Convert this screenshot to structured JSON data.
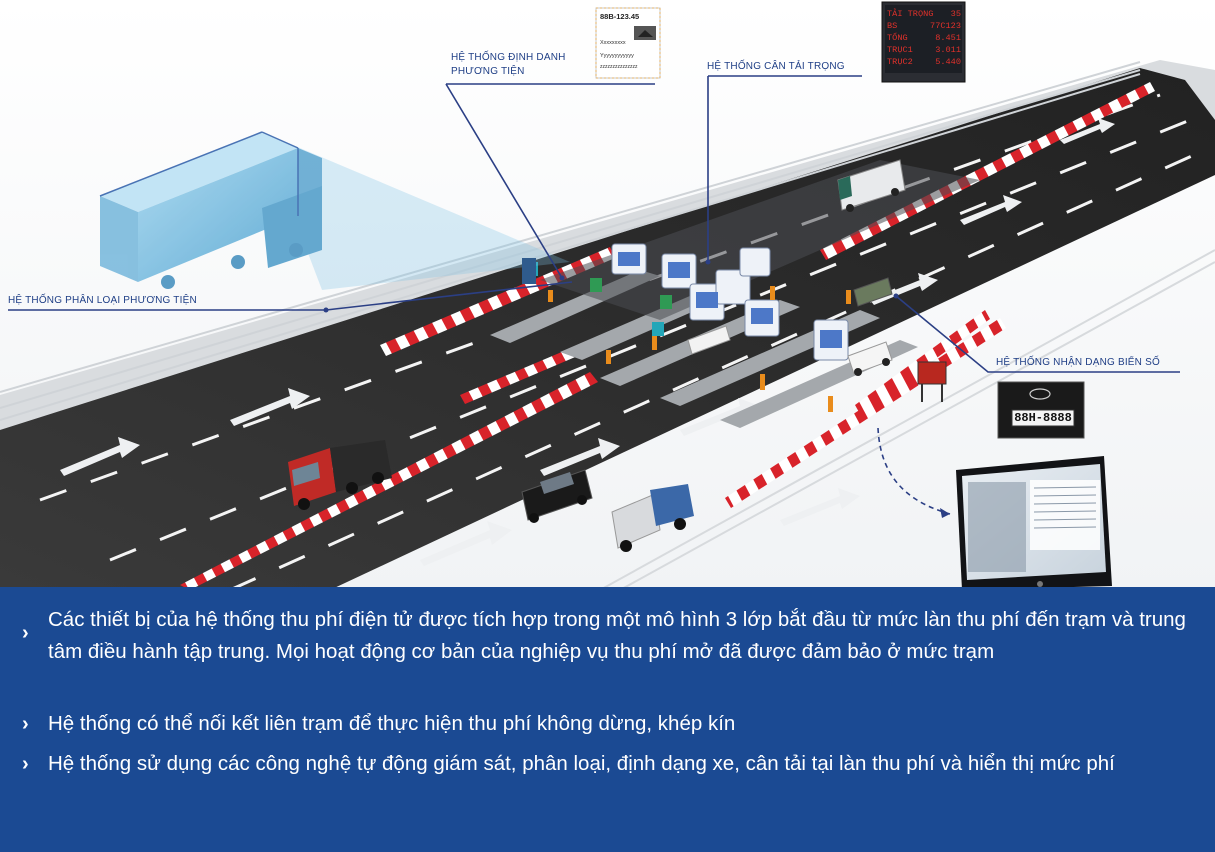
{
  "callouts": {
    "identification": "HỆ THỐNG ĐỊNH DANH\nPHƯƠNG TIỆN",
    "weighing": "HỆ THỐNG CÂN TẢI TRỌNG",
    "classification": "HỆ THỐNG PHÂN LOẠI PHƯƠNG TIỆN",
    "plate_recognition": "HỆ THỐNG NHẬN DẠNG BIỂN SỐ"
  },
  "id_card": {
    "plate": "88B-123.45",
    "line1": "Xxxxxxxxx",
    "line2": "Yyyyyyyyyyyy",
    "line3": "zzzzzzzzzzzzzzz"
  },
  "weigh_display": {
    "rows": [
      {
        "label": "TẢI TRỌNG",
        "value": "35"
      },
      {
        "label": "BS",
        "value": "77C123"
      },
      {
        "label": "TỔNG",
        "value": "8.451"
      },
      {
        "label": "TRỤC1",
        "value": "3.011"
      },
      {
        "label": "TRỤC2",
        "value": "5.440"
      }
    ]
  },
  "license_plate": "88H-8888",
  "bullets": [
    "Các thiết bị của hệ thống thu phí điện tử được tích hợp trong một mô hình 3 lớp bắt đầu từ mức làn thu phí đến trạm và trung tâm điều hành tập trung. Mọi hoạt động cơ bản của nghiệp vụ thu phí mở đã được đảm bảo ở mức trạm",
    "Hệ thống có thể nối kết liên trạm để thực hiện thu phí không dừng, khép kín",
    "Hệ thống sử dụng các công nghệ tự động giám sát, phân loại, định dạng xe, cân tải tại làn thu phí và hiển thị mức phí"
  ],
  "colors": {
    "panel": "#1b4a93",
    "callout_text": "#1f3f86",
    "road": "#2b2b2b",
    "barrier_red": "#d8232a"
  }
}
